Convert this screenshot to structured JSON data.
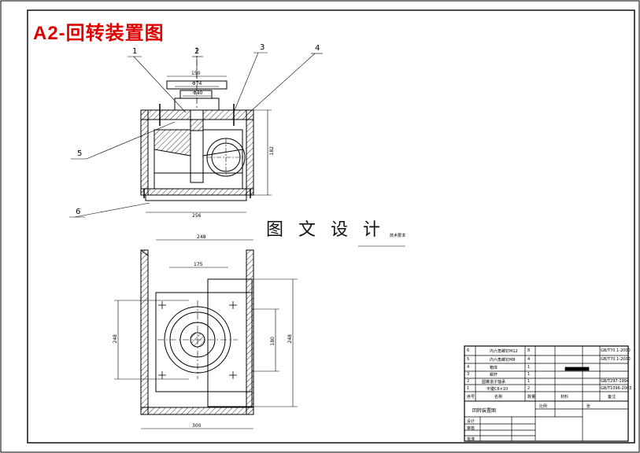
{
  "title": "A2-回转装置图",
  "watermark": "图 文 设 计",
  "callouts": [
    "1",
    "2",
    "3",
    "4",
    "5",
    "6"
  ],
  "dimensions": {
    "top_width": "150",
    "top_inner": "Φ74",
    "top_small": "Φ40",
    "side_height": "182",
    "base_width": "256",
    "plan_width": "248",
    "plan_inner": "175",
    "plan_height_left": "248",
    "plan_height_mid": "180",
    "plan_height_right": "248",
    "plan_bottom": "300"
  },
  "title_block": {
    "rows": [
      {
        "no": "6",
        "name": "内六角螺钉M12",
        "qty": "8",
        "std": "GB/T70.1-2000"
      },
      {
        "no": "5",
        "name": "内六角螺钉M8",
        "qty": "4",
        "std": "GB/T70.1-2000"
      },
      {
        "no": "4",
        "name": "箱体",
        "qty": "1",
        "std": ""
      },
      {
        "no": "3",
        "name": "蜗杆",
        "qty": "1",
        "std": ""
      },
      {
        "no": "2",
        "name": "圆锥滚子轴承",
        "qty": "1",
        "std": "GB/T297-1994"
      },
      {
        "no": "1",
        "name": "平键C6×10",
        "qty": "2",
        "std": "GB/T1096-2003"
      }
    ],
    "header": {
      "no": "序号",
      "name": "名称",
      "qty": "数量",
      "mat": "材料",
      "std": "备注"
    },
    "drawing_name": "回转装置图",
    "labels": {
      "scale": "比例",
      "sheet": "张",
      "design": "设计",
      "check": "审核",
      "approve": "批准"
    }
  },
  "note": "技术要求"
}
